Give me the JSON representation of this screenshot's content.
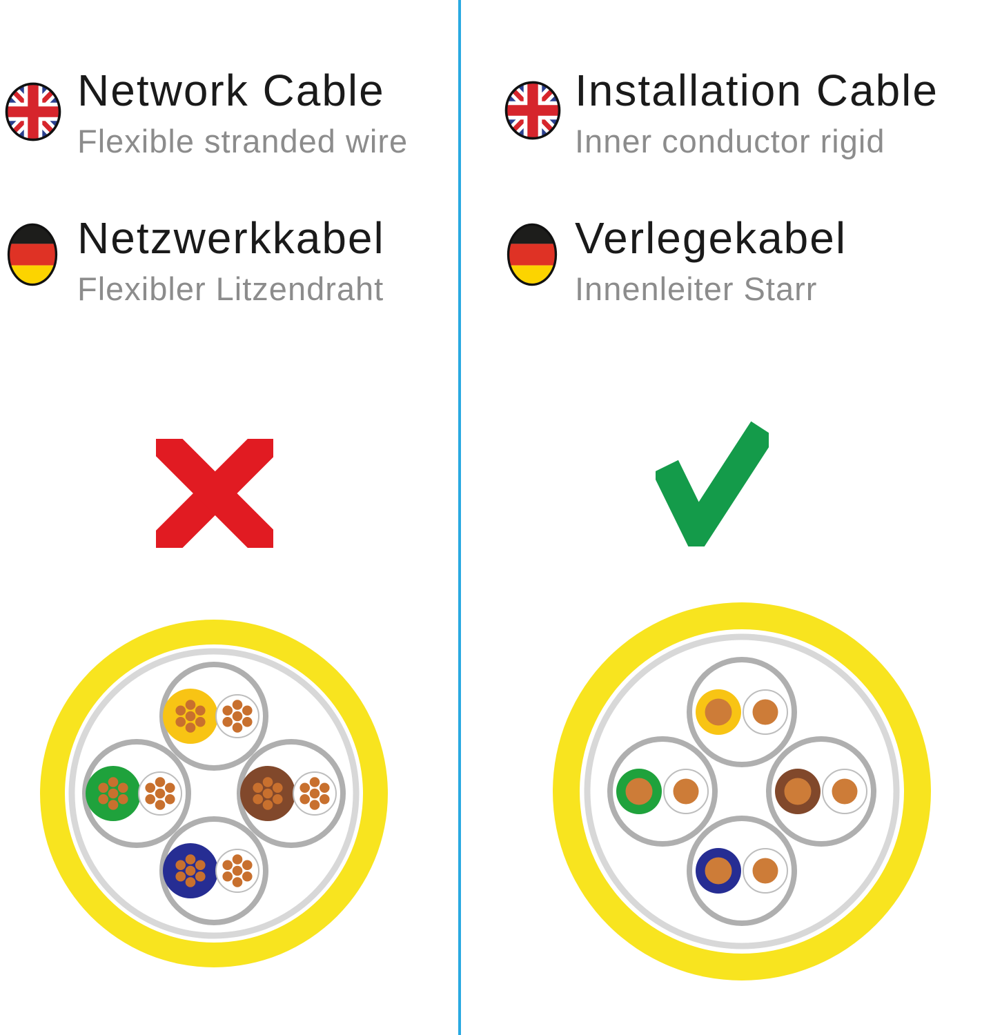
{
  "divider_color": "#29A9E1",
  "columns": [
    {
      "id": "left",
      "english": {
        "title": "Network Cable",
        "subtitle": "Flexible stranded wire"
      },
      "german": {
        "title": "Netzwerkkabel",
        "subtitle": "Flexibler Litzendraht"
      },
      "verdict": "cross",
      "cable_construction": "stranded"
    },
    {
      "id": "right",
      "english": {
        "title": "Installation Cable",
        "subtitle": "Inner conductor rigid"
      },
      "german": {
        "title": "Verlegekabel",
        "subtitle": "Innenleiter Starr"
      },
      "verdict": "check",
      "cable_construction": "solid"
    }
  ],
  "icons": {
    "uk_flag": "union-jack-circle",
    "de_flag": "germany-flag-circle",
    "cross": "✖",
    "check": "✔"
  },
  "colors": {
    "title_text": "#1A1A1A",
    "subtitle_text": "#8C8C8C",
    "divider": "#29A9E1",
    "cross": "#E11B22",
    "check": "#149B4A",
    "jacket_yellow": "#F8E41F",
    "shield_gray": "#D8D8D8",
    "pair_ring_gray": "#AFAFAF",
    "white_conductor_ring": "#BDBDBD",
    "copper_strand": "#C8702E",
    "copper_core": "#CD7C38",
    "conductor_yellow": "#F8C414",
    "conductor_green": "#1FA23C",
    "conductor_brown": "#81482B",
    "conductor_blue": "#262D93",
    "uk_blue": "#2B3F8F",
    "uk_red": "#D6252C",
    "de_black": "#1D1D1B",
    "de_red": "#DF3225",
    "de_gold": "#FCD400",
    "flag_outline": "#111111"
  }
}
